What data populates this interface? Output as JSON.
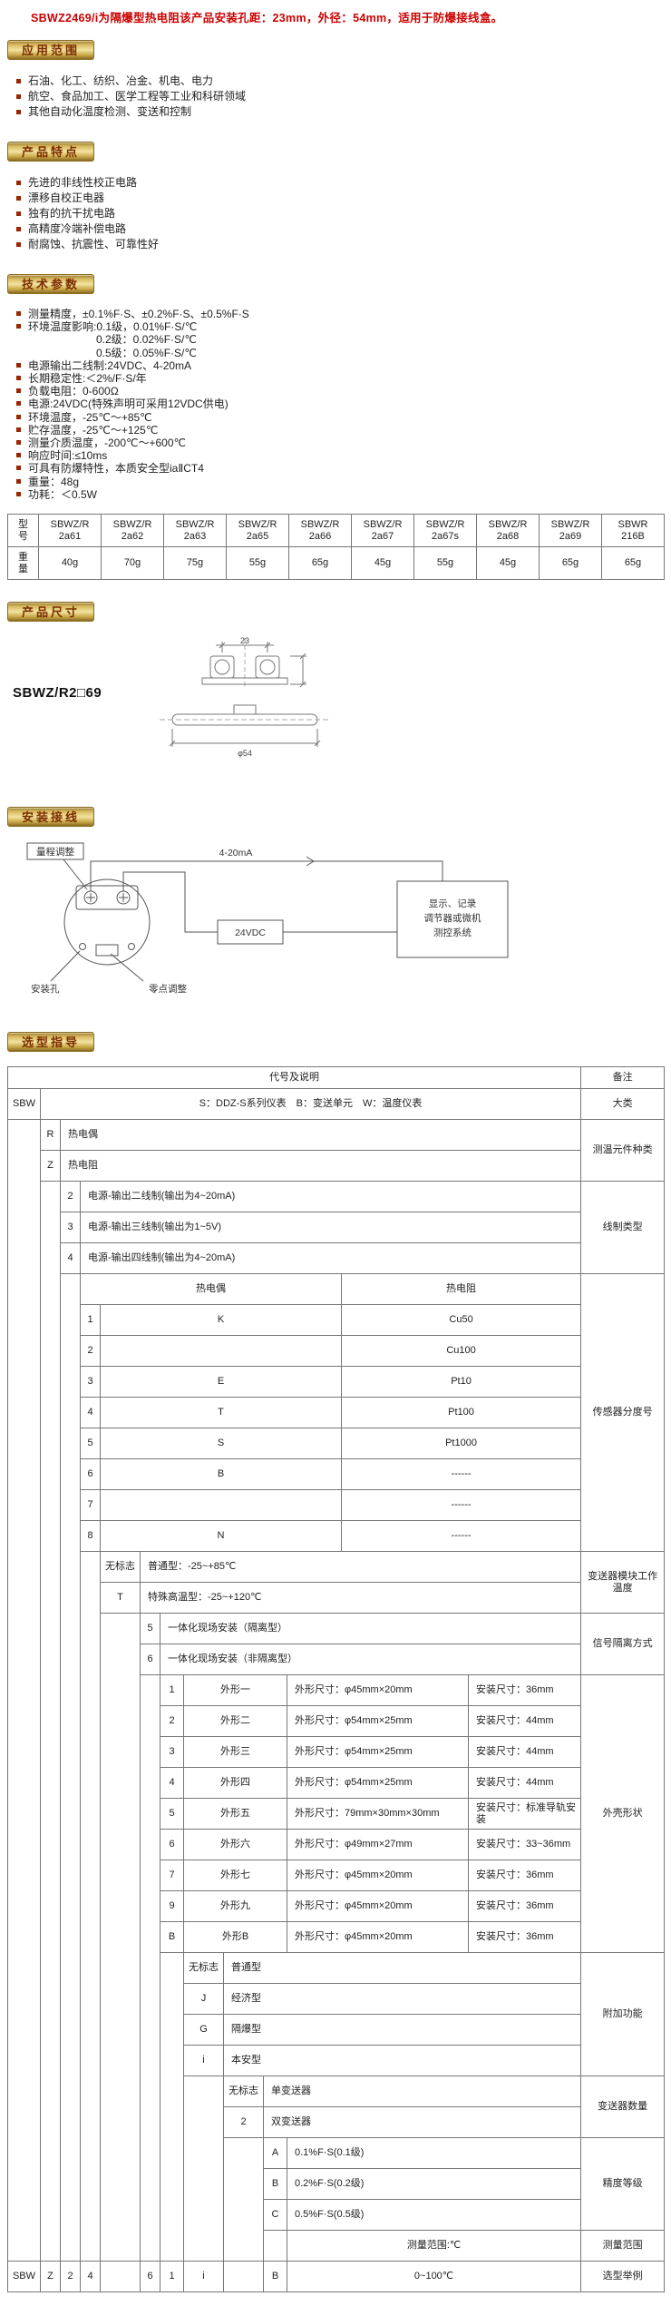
{
  "top_note": "SBWZ2469/i为隔爆型热电阻该产品安装孔距：23mm，外径：54mm，适用于防爆接线盒。",
  "application": {
    "title": "应用范围",
    "items": [
      "石油、化工、纺织、冶金、机电、电力",
      "航空、食品加工、医学工程等工业和科研领域",
      "其他自动化温度检测、变送和控制"
    ]
  },
  "features": {
    "title": "产品特点",
    "items": [
      "先进的非线性校正电路",
      "漂移自校正电器",
      "独有的抗干扰电路",
      "高精度冷端补偿电路",
      "耐腐蚀、抗震性、可靠性好"
    ]
  },
  "tech": {
    "title": "技术参数",
    "items": [
      {
        "text": "测量精度，±0.1%F·S、±0.2%F·S、±0.5%F·S"
      },
      {
        "text": "环境温度影响:0.1级，0.01%F·S/℃"
      },
      {
        "text": "0.2级：0.02%F·S/℃",
        "indent": true
      },
      {
        "text": "0.5级：0.05%F·S/℃",
        "indent": true
      },
      {
        "text": "电源输出二线制:24VDC、4-20mA"
      },
      {
        "text": "长期稳定性:＜2%/F·S/年"
      },
      {
        "text": "负载电阻：0-600Ω"
      },
      {
        "text": "电源:24VDC(特殊声明可采用12VDC供电)"
      },
      {
        "text": "环境温度，-25℃～+85℃"
      },
      {
        "text": "贮存温度，-25℃～+125℃"
      },
      {
        "text": "测量介质温度，-200℃～+600℃"
      },
      {
        "text": "响应时间:≤10ms"
      },
      {
        "text": "可具有防爆特性，本质安全型iaⅡCT4"
      },
      {
        "text": "重量：48g"
      },
      {
        "text": "功耗：＜0.5W"
      }
    ],
    "weight_table": {
      "rows": [
        [
          {
            "t": "型\n号"
          },
          {
            "t": "SBWZ/R\n2a61"
          },
          {
            "t": "SBWZ/R\n2a62"
          },
          {
            "t": "SBWZ/R\n2a63"
          },
          {
            "t": "SBWZ/R\n2a65"
          },
          {
            "t": "SBWZ/R\n2a66"
          },
          {
            "t": "SBWZ/R\n2a67"
          },
          {
            "t": "SBWZ/R\n2a67s"
          },
          {
            "t": "SBWZ/R\n2a68"
          },
          {
            "t": "SBWZ/R\n2a69"
          },
          {
            "t": "SBWR\n216B"
          }
        ],
        [
          {
            "t": "重\n量"
          },
          {
            "t": "40g"
          },
          {
            "t": "70g"
          },
          {
            "t": "75g"
          },
          {
            "t": "55g"
          },
          {
            "t": "65g"
          },
          {
            "t": "45g"
          },
          {
            "t": "55g"
          },
          {
            "t": "45g"
          },
          {
            "t": "65g"
          },
          {
            "t": "65g"
          }
        ]
      ]
    }
  },
  "dimensions": {
    "title": "产品尺寸",
    "model": "SBWZ/R2□69",
    "top_dim": "23",
    "bottom_dim": "φ54"
  },
  "wiring": {
    "title": "安装接线",
    "labels": {
      "range_adjust": "量程调整",
      "current_label": "4-20mA",
      "power_label": "24VDC",
      "zero_adjust": "零点调整",
      "mount_hole": "安装孔",
      "display_lines": [
        "显示、记录",
        "调节器或微机",
        "测控系统"
      ]
    }
  },
  "selection": {
    "title": "选型指导",
    "table": {
      "rows": [
        [
          {
            "t": "代号及说明",
            "cs": 13,
            "c": "hdr"
          },
          {
            "t": "备注",
            "c": "hdr"
          }
        ],
        [
          {
            "t": "SBW"
          },
          {
            "t": "S：DDZ-S系列仪表　B：变送单元　W：温度仪表",
            "cs": 12
          },
          {
            "t": "大类",
            "c": "note"
          }
        ],
        [
          {
            "t": "",
            "rs": 37
          },
          {
            "t": "R"
          },
          {
            "t": "热电偶",
            "cs": 11,
            "c": "desc"
          },
          {
            "t": "测温元件种类",
            "rs": 2,
            "c": "note"
          }
        ],
        [
          {
            "t": "Z"
          },
          {
            "t": "热电阻",
            "cs": 11,
            "c": "desc"
          }
        ],
        [
          {
            "t": "",
            "rs": 35
          },
          {
            "t": "2"
          },
          {
            "t": "电源-输出二线制(输出为4~20mA)",
            "cs": 10,
            "c": "desc"
          },
          {
            "t": "线制类型",
            "rs": 3,
            "c": "note"
          }
        ],
        [
          {
            "t": "3"
          },
          {
            "t": "电源-输出三线制(输出为1~5V)",
            "cs": 10,
            "c": "desc"
          }
        ],
        [
          {
            "t": "4"
          },
          {
            "t": "电源-输出四线制(输出为4~20mA)",
            "cs": 10,
            "c": "desc"
          }
        ],
        [
          {
            "t": "",
            "rs": 32
          },
          {
            "t": "热电偶",
            "cs": 8
          },
          {
            "t": "热电阻",
            "cs": 2
          },
          {
            "t": "传感器分度号",
            "rs": 9,
            "c": "note"
          }
        ],
        [
          {
            "t": "1"
          },
          {
            "t": "K",
            "cs": 7
          },
          {
            "t": "Cu50",
            "cs": 2
          }
        ],
        [
          {
            "t": "2"
          },
          {
            "t": "",
            "cs": 7
          },
          {
            "t": "Cu100",
            "cs": 2
          }
        ],
        [
          {
            "t": "3"
          },
          {
            "t": "E",
            "cs": 7
          },
          {
            "t": "Pt10",
            "cs": 2
          }
        ],
        [
          {
            "t": "4"
          },
          {
            "t": "T",
            "cs": 7
          },
          {
            "t": "Pt100",
            "cs": 2
          }
        ],
        [
          {
            "t": "5"
          },
          {
            "t": "S",
            "cs": 7
          },
          {
            "t": "Pt1000",
            "cs": 2
          }
        ],
        [
          {
            "t": "6"
          },
          {
            "t": "B",
            "cs": 7
          },
          {
            "t": "------",
            "cs": 2
          }
        ],
        [
          {
            "t": "7"
          },
          {
            "t": "",
            "cs": 7
          },
          {
            "t": "------",
            "cs": 2
          }
        ],
        [
          {
            "t": "8"
          },
          {
            "t": "N",
            "cs": 7
          },
          {
            "t": "------",
            "cs": 2
          }
        ],
        [
          {
            "t": "",
            "rs": 23
          },
          {
            "t": "无标志"
          },
          {
            "t": "普通型：-25~+85℃",
            "cs": 8,
            "c": "desc"
          },
          {
            "t": "变送器模块工作温度",
            "rs": 2,
            "c": "note"
          }
        ],
        [
          {
            "t": "T"
          },
          {
            "t": "特殊高温型：-25~+120℃",
            "cs": 8,
            "c": "desc"
          }
        ],
        [
          {
            "t": "",
            "rs": 21
          },
          {
            "t": "5"
          },
          {
            "t": "一体化现场安装（隔离型）",
            "cs": 7,
            "c": "desc"
          },
          {
            "t": "信号隔离方式",
            "rs": 2,
            "c": "note"
          }
        ],
        [
          {
            "t": "6"
          },
          {
            "t": "一体化现场安装（非隔离型）",
            "cs": 7,
            "c": "desc"
          }
        ],
        [
          {
            "t": "",
            "rs": 19
          },
          {
            "t": "1"
          },
          {
            "t": "外形一",
            "cs": 3
          },
          {
            "t": "外形尺寸：φ45mm×20mm",
            "cs": 2,
            "c": "desc"
          },
          {
            "t": "安装尺寸：36mm",
            "c": "desc"
          },
          {
            "t": "外壳形状",
            "rs": 9,
            "c": "note"
          }
        ],
        [
          {
            "t": "2"
          },
          {
            "t": "外形二",
            "cs": 3
          },
          {
            "t": "外形尺寸：φ54mm×25mm",
            "cs": 2,
            "c": "desc"
          },
          {
            "t": "安装尺寸：44mm",
            "c": "desc"
          }
        ],
        [
          {
            "t": "3"
          },
          {
            "t": "外形三",
            "cs": 3
          },
          {
            "t": "外形尺寸：φ54mm×25mm",
            "cs": 2,
            "c": "desc"
          },
          {
            "t": "安装尺寸：44mm",
            "c": "desc"
          }
        ],
        [
          {
            "t": "4"
          },
          {
            "t": "外形四",
            "cs": 3
          },
          {
            "t": "外形尺寸：φ54mm×25mm",
            "cs": 2,
            "c": "desc"
          },
          {
            "t": "安装尺寸：44mm",
            "c": "desc"
          }
        ],
        [
          {
            "t": "5"
          },
          {
            "t": "外形五",
            "cs": 3
          },
          {
            "t": "外形尺寸：79mm×30mm×30mm",
            "cs": 2,
            "c": "desc"
          },
          {
            "t": "安装尺寸：标准导轨安装",
            "c": "desc"
          }
        ],
        [
          {
            "t": "6"
          },
          {
            "t": "外形六",
            "cs": 3
          },
          {
            "t": "外形尺寸：φ49mm×27mm",
            "cs": 2,
            "c": "desc"
          },
          {
            "t": "安装尺寸：33~36mm",
            "c": "desc"
          }
        ],
        [
          {
            "t": "7"
          },
          {
            "t": "外形七",
            "cs": 3
          },
          {
            "t": "外形尺寸：φ45mm×20mm",
            "cs": 2,
            "c": "desc"
          },
          {
            "t": "安装尺寸：36mm",
            "c": "desc"
          }
        ],
        [
          {
            "t": "9"
          },
          {
            "t": "外形九",
            "cs": 3
          },
          {
            "t": "外形尺寸：φ45mm×20mm",
            "cs": 2,
            "c": "desc"
          },
          {
            "t": "安装尺寸：36mm",
            "c": "desc"
          }
        ],
        [
          {
            "t": "B"
          },
          {
            "t": "外形B",
            "cs": 3
          },
          {
            "t": "外形尺寸：φ45mm×20mm",
            "cs": 2,
            "c": "desc"
          },
          {
            "t": "安装尺寸：36mm",
            "c": "desc"
          }
        ],
        [
          {
            "t": "",
            "rs": 10
          },
          {
            "t": "无标志"
          },
          {
            "t": "普通型",
            "cs": 5,
            "c": "desc"
          },
          {
            "t": "附加功能",
            "rs": 4,
            "c": "note"
          }
        ],
        [
          {
            "t": "J"
          },
          {
            "t": "经济型",
            "cs": 5,
            "c": "desc"
          }
        ],
        [
          {
            "t": "G"
          },
          {
            "t": "隔爆型",
            "cs": 5,
            "c": "desc"
          }
        ],
        [
          {
            "t": "i"
          },
          {
            "t": "本安型",
            "cs": 5,
            "c": "desc"
          }
        ],
        [
          {
            "t": "",
            "rs": 6
          },
          {
            "t": "无标志"
          },
          {
            "t": "单变送器",
            "cs": 4,
            "c": "desc"
          },
          {
            "t": "变送器数量",
            "rs": 2,
            "c": "note"
          }
        ],
        [
          {
            "t": "2"
          },
          {
            "t": "双变送器",
            "cs": 4,
            "c": "desc"
          }
        ],
        [
          {
            "t": "",
            "rs": 4
          },
          {
            "t": "A"
          },
          {
            "t": "0.1%F·S(0.1级)",
            "cs": 3,
            "c": "desc"
          },
          {
            "t": "精度等级",
            "rs": 3,
            "c": "note"
          }
        ],
        [
          {
            "t": "B"
          },
          {
            "t": "0.2%F·S(0.2级)",
            "cs": 3,
            "c": "desc"
          }
        ],
        [
          {
            "t": "C"
          },
          {
            "t": "0.5%F·S(0.5级)",
            "cs": 3,
            "c": "desc"
          }
        ],
        [
          {
            "t": ""
          },
          {
            "t": "测量范围:℃",
            "cs": 3
          },
          {
            "t": "测量范围",
            "c": "note"
          }
        ],
        [
          {
            "t": "SBW"
          },
          {
            "t": "Z"
          },
          {
            "t": "2"
          },
          {
            "t": "4"
          },
          {
            "t": ""
          },
          {
            "t": "6"
          },
          {
            "t": "1"
          },
          {
            "t": "i"
          },
          {
            "t": ""
          },
          {
            "t": "B"
          },
          {
            "t": "0~100℃",
            "cs": 3
          },
          {
            "t": "选型举例",
            "c": "note"
          }
        ]
      ]
    }
  }
}
